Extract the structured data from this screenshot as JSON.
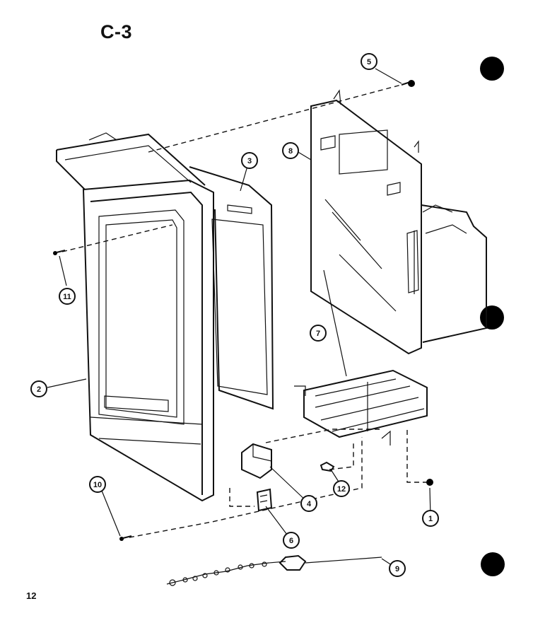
{
  "title": "C-3",
  "page_number": "12",
  "callouts": [
    {
      "id": "c1",
      "label": "1"
    },
    {
      "id": "c2",
      "label": "2"
    },
    {
      "id": "c3",
      "label": "3"
    },
    {
      "id": "c4",
      "label": "4"
    },
    {
      "id": "c5",
      "label": "5"
    },
    {
      "id": "c6",
      "label": "6"
    },
    {
      "id": "c7",
      "label": "7"
    },
    {
      "id": "c8",
      "label": "8"
    },
    {
      "id": "c9",
      "label": "9"
    },
    {
      "id": "c10",
      "label": "10"
    },
    {
      "id": "c11",
      "label": "11"
    },
    {
      "id": "c12",
      "label": "12"
    }
  ],
  "colors": {
    "ink": "#111111",
    "paper": "#ffffff",
    "binder_dot": "#000000"
  }
}
